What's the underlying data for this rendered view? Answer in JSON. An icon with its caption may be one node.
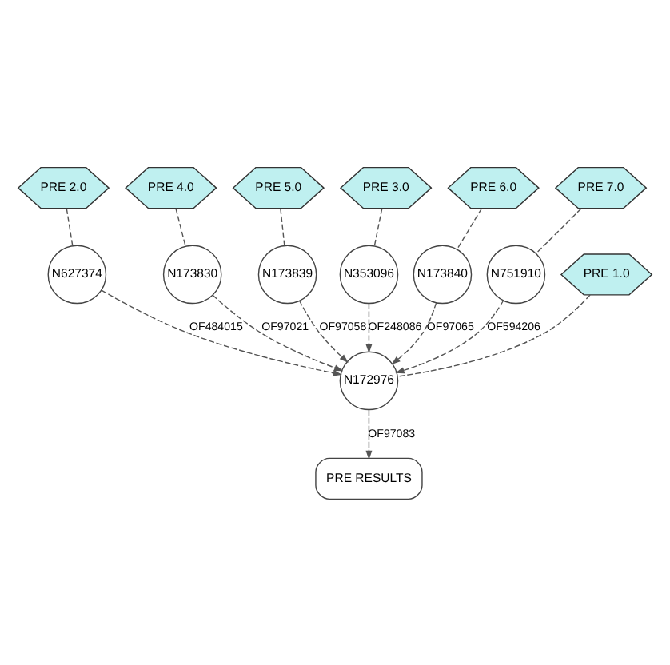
{
  "diagram": {
    "nodes": [
      {
        "text": [
          "PRE 2.0"
        ]
      },
      {
        "text": [
          "N627374"
        ]
      },
      {
        "text": [
          "PRE 4.0"
        ]
      },
      {
        "text": [
          "N173830"
        ]
      },
      {
        "text": [
          "PRE 5.0"
        ]
      },
      {
        "text": [
          "N173839"
        ]
      },
      {
        "text": [
          "PRE 3.0"
        ]
      },
      {
        "text": [
          "N353096"
        ]
      },
      {
        "text": [
          "PRE 6.0"
        ]
      },
      {
        "text": [
          "N173840"
        ]
      },
      {
        "text": [
          "PRE 7.0"
        ]
      },
      {
        "text": [
          "N751910"
        ]
      },
      {
        "text": [
          "N172976"
        ]
      },
      {
        "text": [
          "PRE 1.0"
        ]
      },
      {
        "text": [
          "PRE RESULTS"
        ]
      }
    ],
    "edges": [
      {
        "from": 0,
        "to": 1,
        "arrow": "none",
        "style": "dashed"
      },
      {
        "from": 2,
        "to": 3,
        "arrow": "none",
        "style": "dashed"
      },
      {
        "from": 4,
        "to": 5,
        "arrow": "none",
        "style": "dashed"
      },
      {
        "from": 6,
        "to": 7,
        "arrow": "none",
        "style": "dashed"
      },
      {
        "from": 8,
        "to": 9,
        "arrow": "none",
        "style": "dashed"
      },
      {
        "from": 10,
        "to": 11,
        "arrow": "none",
        "style": "dashed"
      },
      {
        "from": 1,
        "to": 12,
        "label": "OF484015",
        "arrow": "to",
        "style": "dashed"
      },
      {
        "from": 7,
        "to": 12,
        "label": "OF248086",
        "arrow": "to",
        "style": "dashed"
      },
      {
        "from": 3,
        "to": 12,
        "label": "OF97021",
        "arrow": "to",
        "style": "dashed"
      },
      {
        "from": 5,
        "to": 12,
        "label": "OF97058",
        "arrow": "to",
        "style": "dashed"
      },
      {
        "from": 9,
        "to": 12,
        "label": "OF97065",
        "arrow": "to",
        "style": "dashed"
      },
      {
        "from": 11,
        "to": 12,
        "label": "OF594206",
        "arrow": "to",
        "style": "dashed"
      },
      {
        "from": 13,
        "to": 12,
        "arrow": "none",
        "style": "dashed"
      },
      {
        "from": 12,
        "to": 14,
        "label": "OF97083",
        "arrow": "to",
        "style": "dashed"
      }
    ]
  }
}
